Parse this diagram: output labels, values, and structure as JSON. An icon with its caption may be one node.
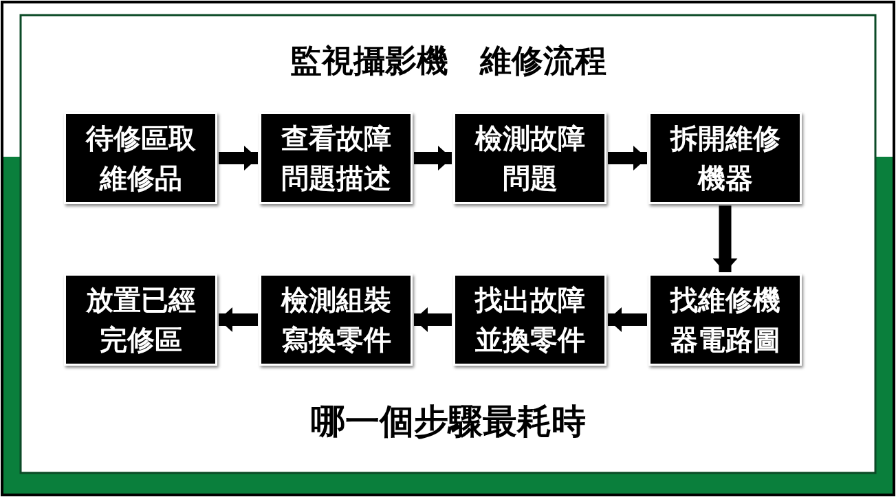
{
  "diagram": {
    "title": "監視攝影機　維修流程",
    "nodes": [
      {
        "text": [
          "待修區取維修品"
        ]
      },
      {
        "text": [
          "查看故障問題描述"
        ]
      },
      {
        "text": [
          "檢測故障問題"
        ]
      },
      {
        "text": [
          "拆開維修機器"
        ]
      },
      {
        "text": [
          "放置已經完修區"
        ]
      },
      {
        "text": [
          "檢測組裝寫換零件"
        ]
      },
      {
        "text": [
          "找出故障並換零件"
        ]
      },
      {
        "text": [
          "找維修機器電路圖"
        ]
      }
    ],
    "edges": [
      {
        "from": 0,
        "to": 1,
        "arrow": "to"
      },
      {
        "from": 1,
        "to": 2,
        "arrow": "to"
      },
      {
        "from": 2,
        "to": 3,
        "arrow": "to"
      },
      {
        "from": 3,
        "to": 7,
        "arrow": "to"
      },
      {
        "from": 7,
        "to": 6,
        "arrow": "to"
      },
      {
        "from": 6,
        "to": 5,
        "arrow": "to"
      },
      {
        "from": 5,
        "to": 4,
        "arrow": "to"
      }
    ],
    "labels": [
      "哪一個步驟最耗時"
    ]
  }
}
